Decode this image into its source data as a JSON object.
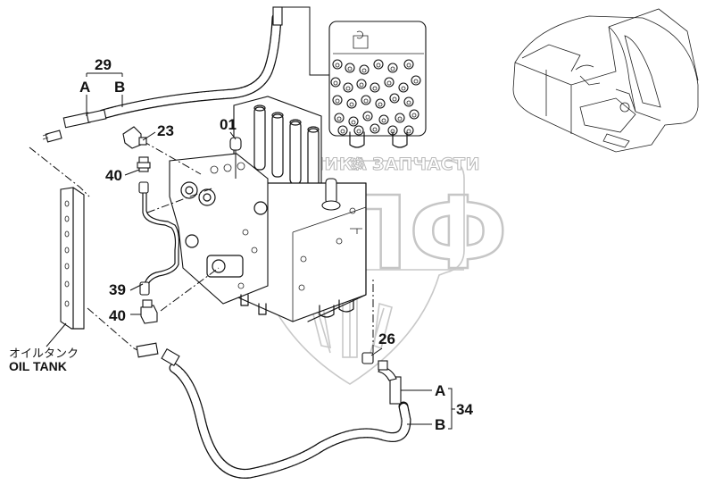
{
  "diagram": {
    "type": "exploded parts diagram",
    "subject": "Hydraulic control valve with pilot hoses, excavator",
    "callouts": {
      "c29": "29",
      "c29a": "A",
      "c29b": "B",
      "c23": "23",
      "c01": "01",
      "c40_top": "40",
      "c39": "39",
      "c40_bottom": "40",
      "c26": "26",
      "c34": "34",
      "c34a": "A",
      "c34b": "B"
    },
    "labels": {
      "oil_tank_jp": "オイルタンク",
      "oil_tank_en": "OIL TANK"
    },
    "watermark": {
      "text_left": "ТЕХНИКА",
      "gear": "⚙",
      "text_right": "ЗАПЧАСТИ",
      "logo": "ЭПФ"
    },
    "colors": {
      "ink": "#111111",
      "watermark": "#c8c8c8",
      "background": "#ffffff"
    }
  }
}
